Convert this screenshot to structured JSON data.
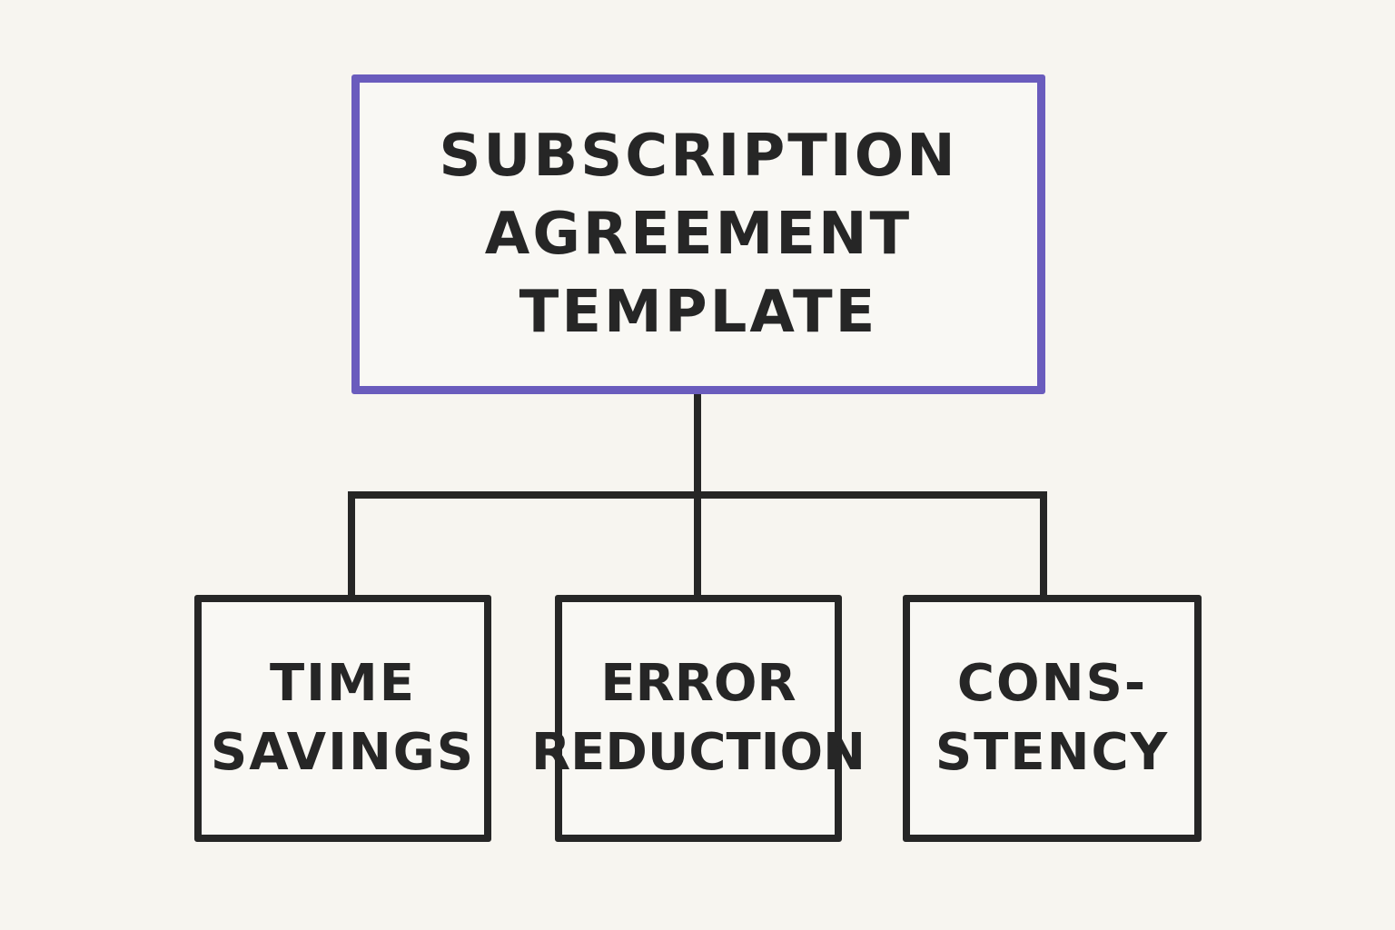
{
  "diagram": {
    "root": {
      "lines": [
        "SUBSCRIPTION",
        "AGREEMENT",
        "TEMPLATE"
      ]
    },
    "children": [
      {
        "lines": [
          "TIME",
          "SAVINGS"
        ]
      },
      {
        "lines": [
          "ERROR",
          "REDUCTION"
        ]
      },
      {
        "lines": [
          "CONS-",
          "STENCY"
        ]
      }
    ]
  },
  "colors": {
    "root_border": "#6a5cbd",
    "stroke": "#262626",
    "background": "#f7f5f0"
  }
}
